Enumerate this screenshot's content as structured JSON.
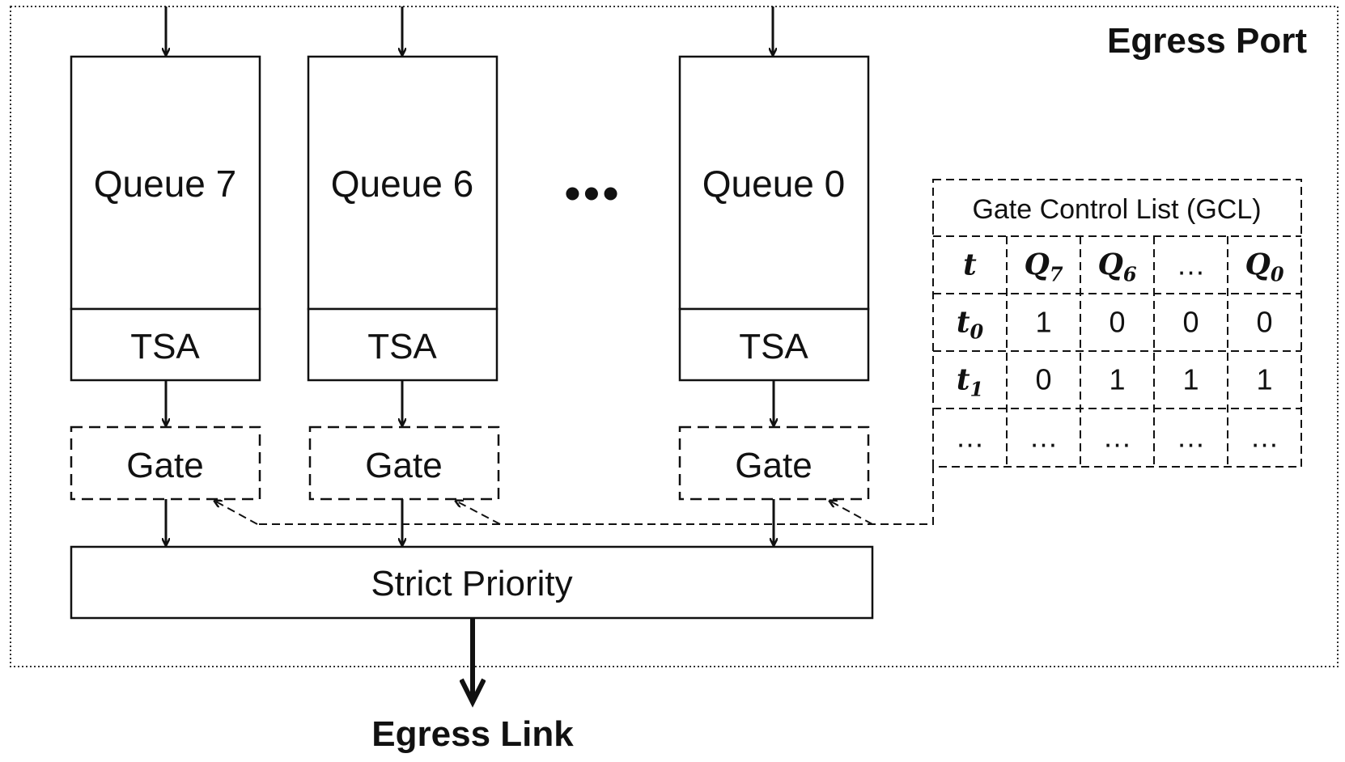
{
  "diagram": {
    "port_label": "Egress Port",
    "link_label": "Egress Link",
    "queues": [
      {
        "name": "Queue 7",
        "tsa": "TSA",
        "gate": "Gate"
      },
      {
        "name": "Queue 6",
        "tsa": "TSA",
        "gate": "Gate"
      },
      {
        "name": "Queue 0",
        "tsa": "TSA",
        "gate": "Gate"
      }
    ],
    "ellipsis": "•••",
    "scheduler": "Strict Priority",
    "gcl": {
      "title": "Gate Control List (GCL)",
      "headers": [
        {
          "base": "t",
          "sub": ""
        },
        {
          "base": "Q",
          "sub": "7"
        },
        {
          "base": "Q",
          "sub": "6"
        },
        {
          "base": "…",
          "sub": ""
        },
        {
          "base": "Q",
          "sub": "0"
        }
      ],
      "rows": [
        {
          "time": {
            "base": "t",
            "sub": "0"
          },
          "values": [
            "1",
            "0",
            "0",
            "0"
          ]
        },
        {
          "time": {
            "base": "t",
            "sub": "1"
          },
          "values": [
            "0",
            "1",
            "1",
            "1"
          ]
        },
        {
          "time": {
            "base": "…",
            "sub": ""
          },
          "values": [
            "…",
            "…",
            "…",
            "…"
          ]
        }
      ]
    }
  }
}
